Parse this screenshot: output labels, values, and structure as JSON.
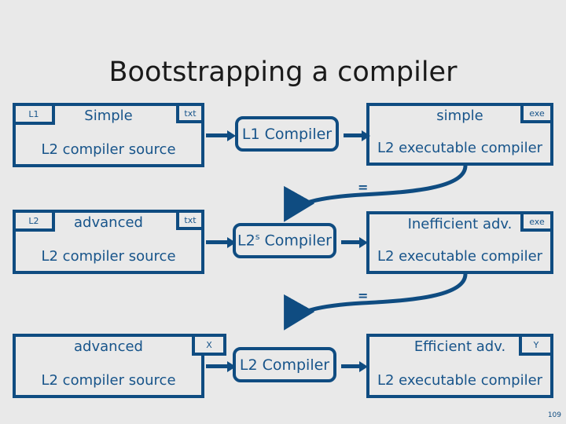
{
  "slide": {
    "title": "Bootstrapping a compiler",
    "page_number": "109",
    "background_color": "#e9e9e9",
    "accent_color": "#0f4c81",
    "text_color": "#17548a",
    "title_color": "#1a1a1a"
  },
  "rows": [
    {
      "id": "row-1",
      "source": {
        "tag_left": "L1",
        "tag_right": "txt",
        "top_label": "Simple",
        "bottom_label": "L2 compiler source"
      },
      "compiler": {
        "label": "L1 Compiler",
        "superscript": ""
      },
      "output": {
        "tag_right": "exe",
        "top_label": "simple",
        "bottom_label": "L2 executable compiler"
      },
      "equals_below": "="
    },
    {
      "id": "row-2",
      "source": {
        "tag_left": "L2",
        "tag_right": "txt",
        "top_label": "advanced",
        "bottom_label": "L2 compiler source"
      },
      "compiler": {
        "label": "L2",
        "superscript": "s",
        "label_suffix": " Compiler"
      },
      "output": {
        "tag_right": "exe",
        "top_label": "Inefficient adv.",
        "bottom_label": "L2 executable compiler"
      },
      "equals_below": "="
    },
    {
      "id": "row-3",
      "source": {
        "tag_left": "",
        "tag_right": "X",
        "top_label": "advanced",
        "bottom_label": "L2 compiler source"
      },
      "compiler": {
        "label": "L2 Compiler",
        "superscript": ""
      },
      "output": {
        "tag_right": "Y",
        "top_label": "Efficient adv.",
        "bottom_label": "L2 executable compiler"
      },
      "equals_below": ""
    }
  ]
}
